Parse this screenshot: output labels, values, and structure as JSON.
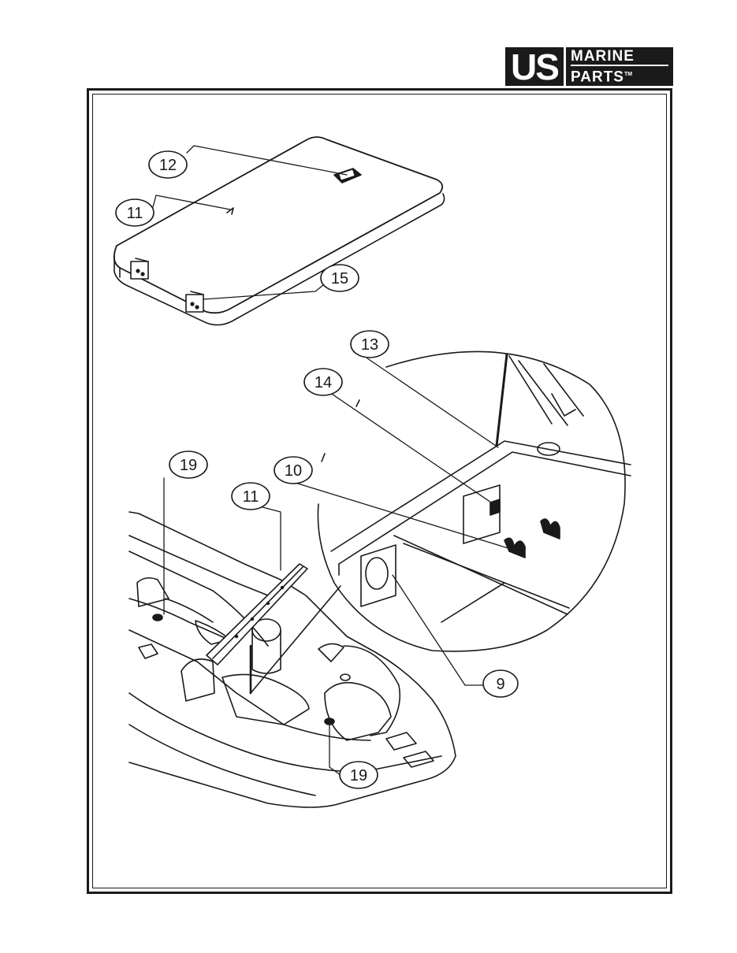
{
  "logo": {
    "mark": "US",
    "line1": "MARINE",
    "line2": "PARTS",
    "tm": "TM"
  },
  "callouts": [
    {
      "id": "c12a",
      "label": "12"
    },
    {
      "id": "c11a",
      "label": "11"
    },
    {
      "id": "c15",
      "label": "15"
    },
    {
      "id": "c13",
      "label": "13"
    },
    {
      "id": "c14",
      "label": "14"
    },
    {
      "id": "c19a",
      "label": "19"
    },
    {
      "id": "c10",
      "label": "10"
    },
    {
      "id": "c11b",
      "label": "11"
    },
    {
      "id": "c9",
      "label": "9"
    },
    {
      "id": "c19b",
      "label": "19"
    }
  ],
  "colors": {
    "ink": "#1a1a1a",
    "paper": "#ffffff"
  }
}
